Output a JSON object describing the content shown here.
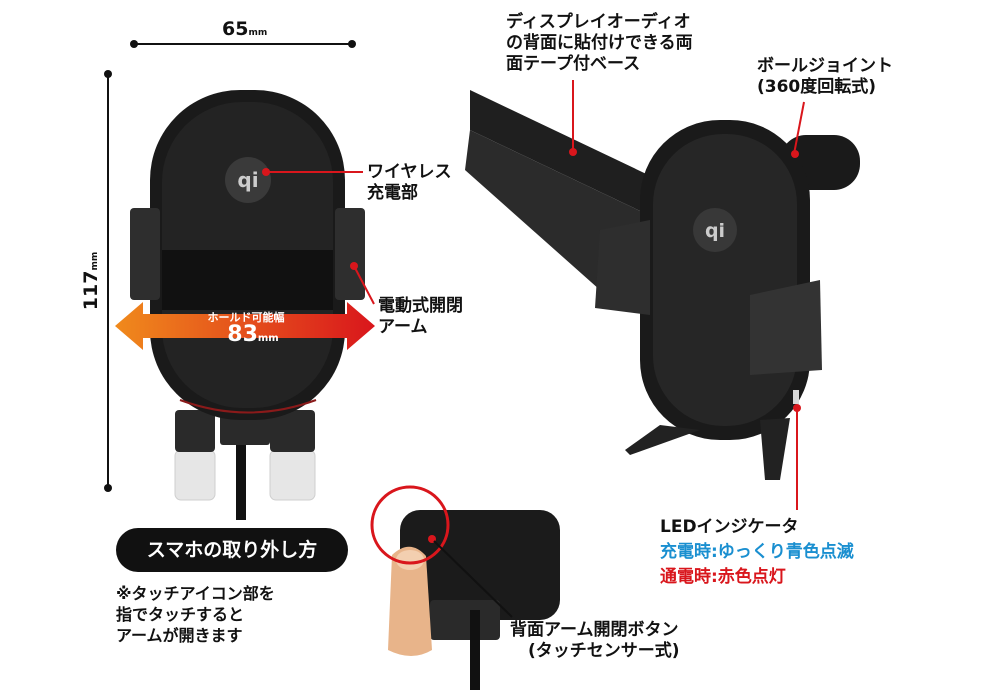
{
  "dimensions": {
    "width_value": "65",
    "width_unit": "mm",
    "height_value": "117",
    "height_unit": "mm"
  },
  "hold_width": {
    "caption": "ホールド可能幅",
    "value": "83",
    "unit": "mm"
  },
  "callouts": {
    "wireless_charger": [
      "ワイヤレス",
      "充電部"
    ],
    "motor_arm": [
      "電動式開閉",
      "アーム"
    ],
    "tape_base": [
      "ディスプレイオーディオ",
      "の背面に貼付けできる両",
      "面テープ付ベース"
    ],
    "ball_joint": [
      "ボールジョイント",
      "(360度回転式)"
    ],
    "back_button": [
      "背面アーム開閉ボタン",
      "(タッチセンサー式)"
    ]
  },
  "led": {
    "title": "LEDインジケータ",
    "charging": "充電時:ゆっくり青色点滅",
    "powered": "通電時:赤色点灯"
  },
  "removal": {
    "title": "スマホの取り外し方",
    "note": [
      "※タッチアイコン部を",
      "指でタッチすると",
      "アームが開きます"
    ]
  },
  "colors": {
    "accent_red": "#d9161c",
    "accent_blue": "#1a8fd0",
    "arrow_orange": "#f08a1c",
    "device_black": "#1a1a1a"
  }
}
